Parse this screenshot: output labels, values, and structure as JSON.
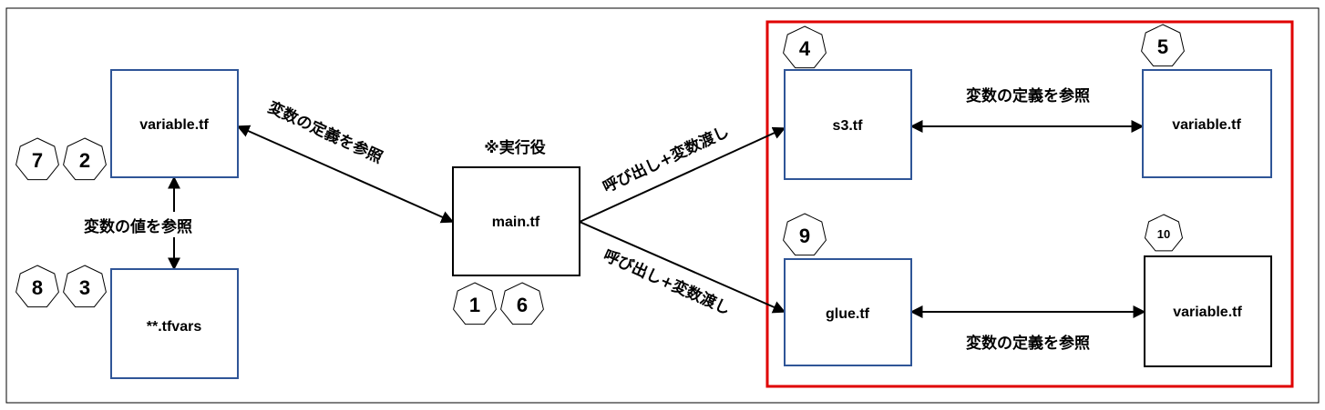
{
  "boxes": {
    "variable_left": "variable.tf",
    "tfvars": "**.tfvars",
    "main": "main.tf",
    "s3": "s3.tf",
    "variable_right_top": "variable.tf",
    "glue": "glue.tf",
    "variable_right_bottom": "variable.tf"
  },
  "notes": {
    "executor": "※実行役"
  },
  "edges": {
    "variable_to_main": "変数の定義を参照",
    "variable_to_tfvars": "変数の値を参照",
    "main_to_s3": "呼び出し+変数渡し",
    "main_to_glue": "呼び出し+変数渡し",
    "s3_to_variable": "変数の定義を参照",
    "glue_to_variable": "変数の定義を参照"
  },
  "badges": {
    "b7": "7",
    "b2": "2",
    "b8": "8",
    "b3": "3",
    "b1": "1",
    "b6": "6",
    "b4": "4",
    "b5": "5",
    "b9": "9",
    "b10": "10"
  },
  "colors": {
    "module_box_border": "#2f5597",
    "highlight_frame": "#e00000",
    "black": "#000000"
  }
}
